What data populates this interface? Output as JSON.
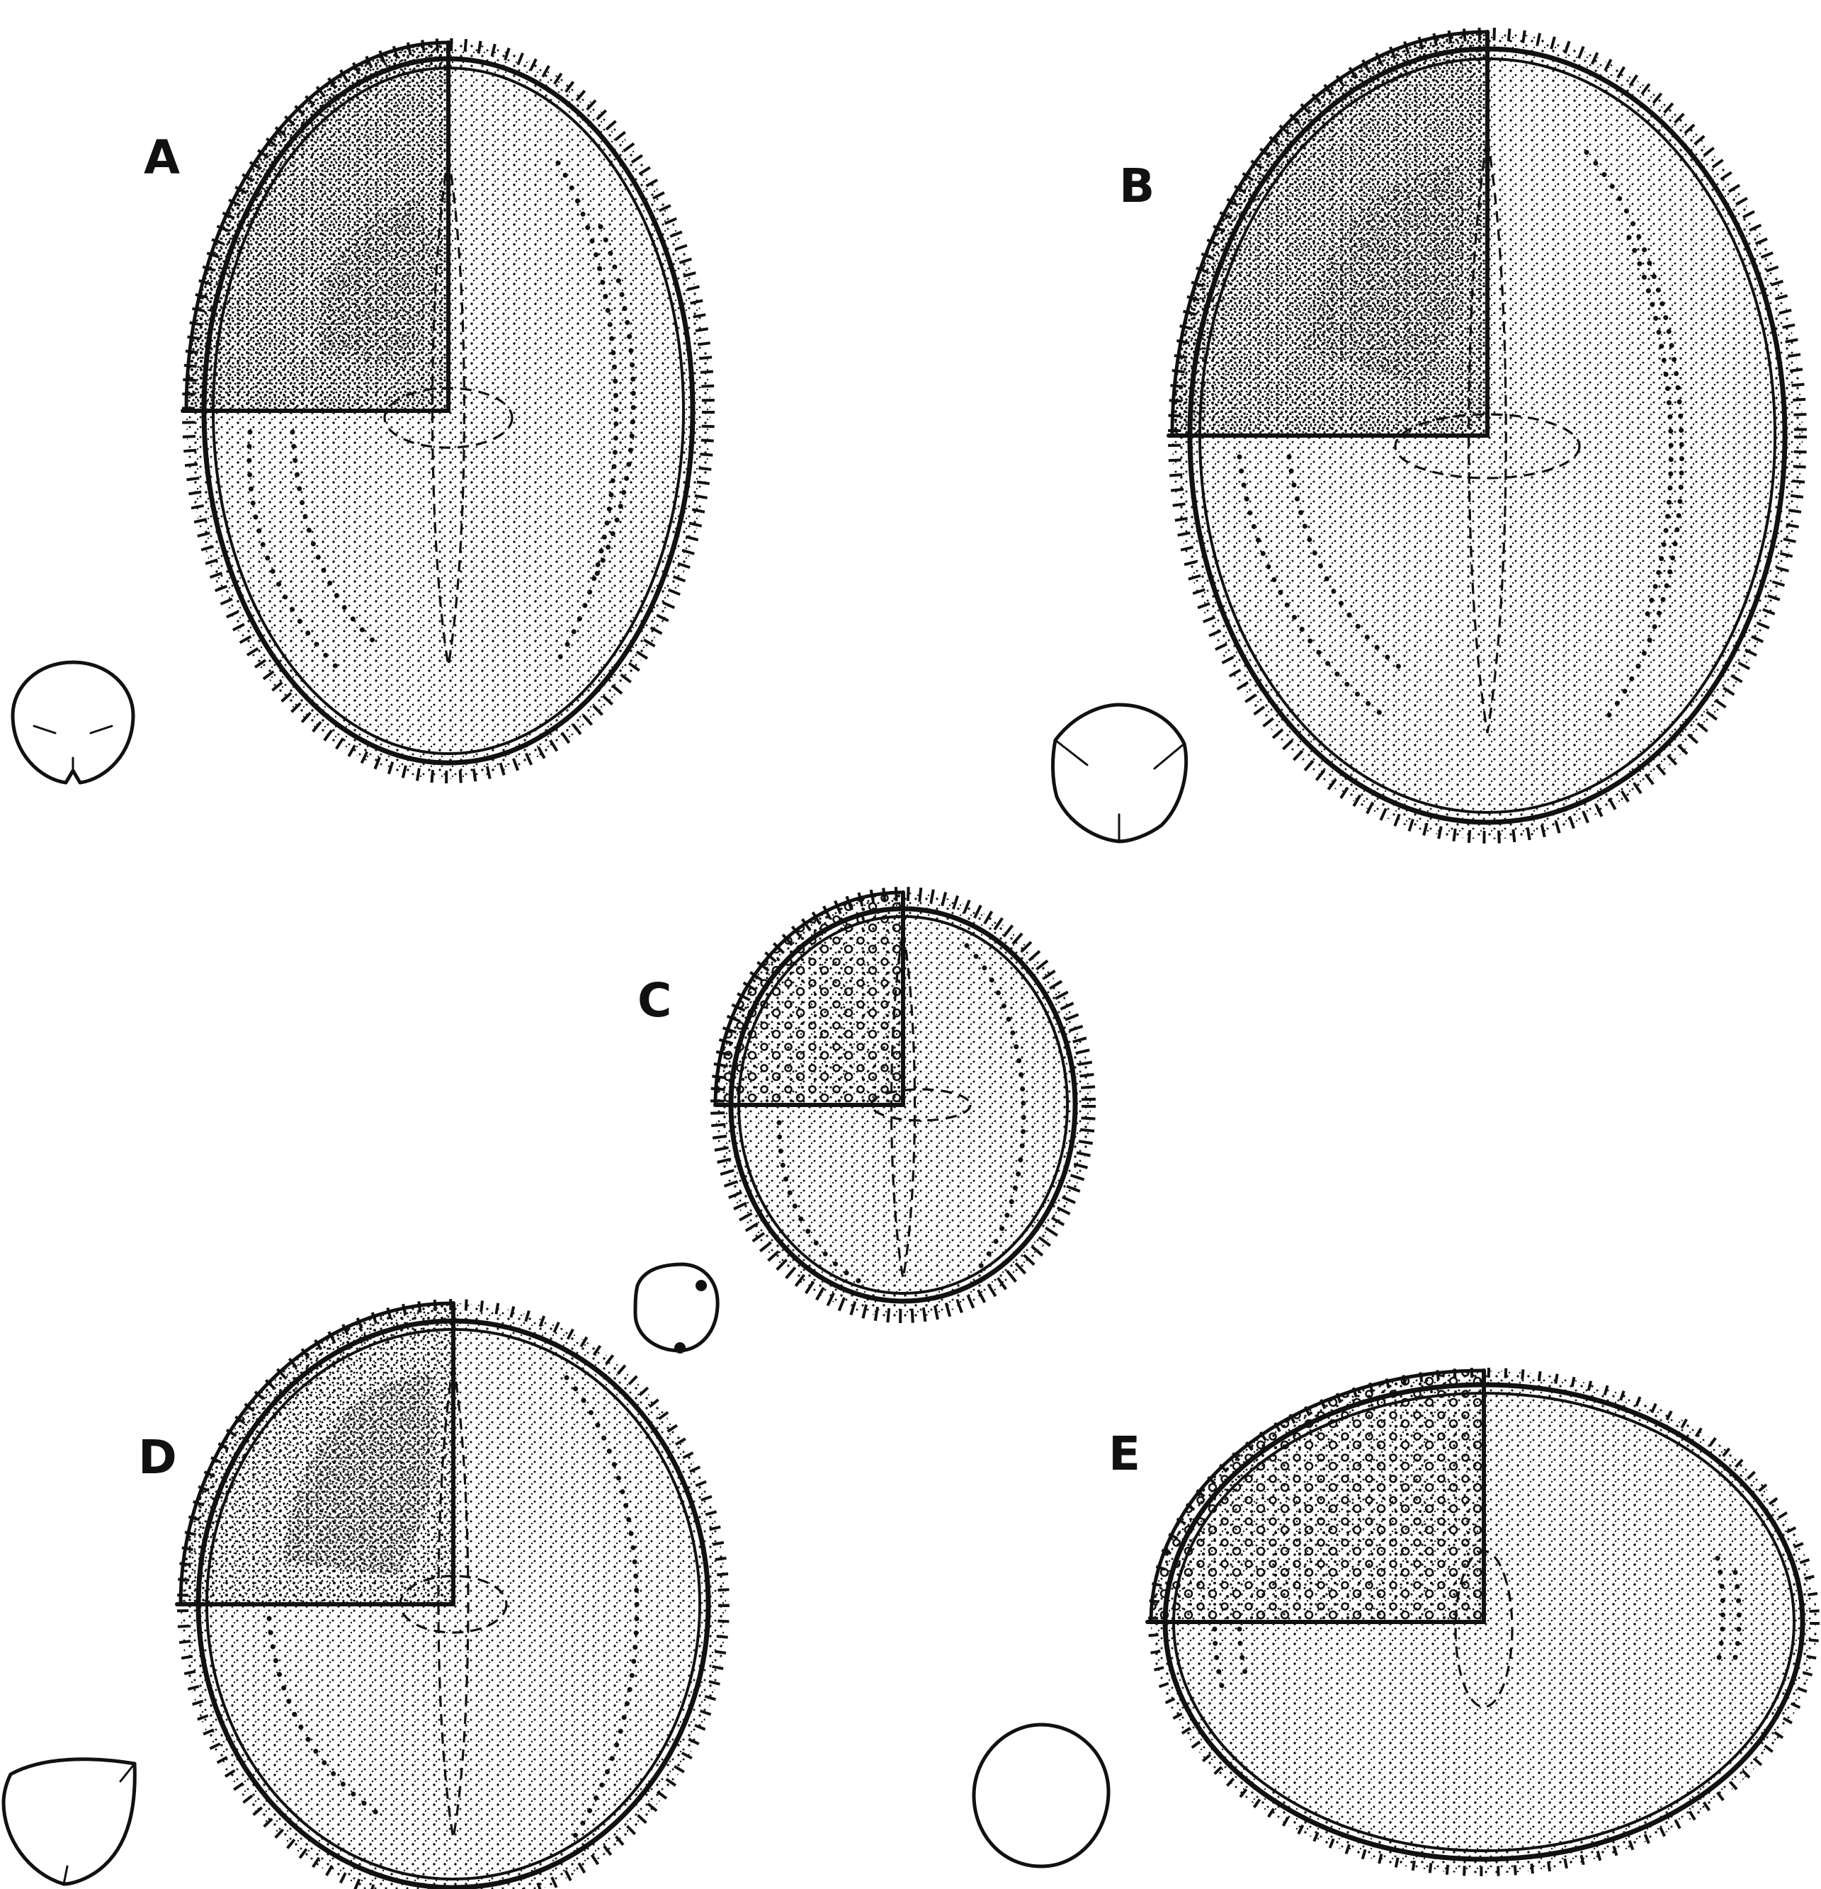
{
  "figure": {
    "panels": [
      {
        "id": "A",
        "label": "A"
      },
      {
        "id": "B",
        "label": "B"
      },
      {
        "id": "C",
        "label": "C"
      },
      {
        "id": "D",
        "label": "D"
      },
      {
        "id": "E",
        "label": "E"
      }
    ],
    "colors": {
      "ink": "#111111",
      "background": "#ffffff"
    },
    "icons": {
      "grain": "pollen-grain-equatorial-view",
      "polar": "pollen-grain-polar-view",
      "texture": "stippled-exine-quadrant"
    }
  }
}
